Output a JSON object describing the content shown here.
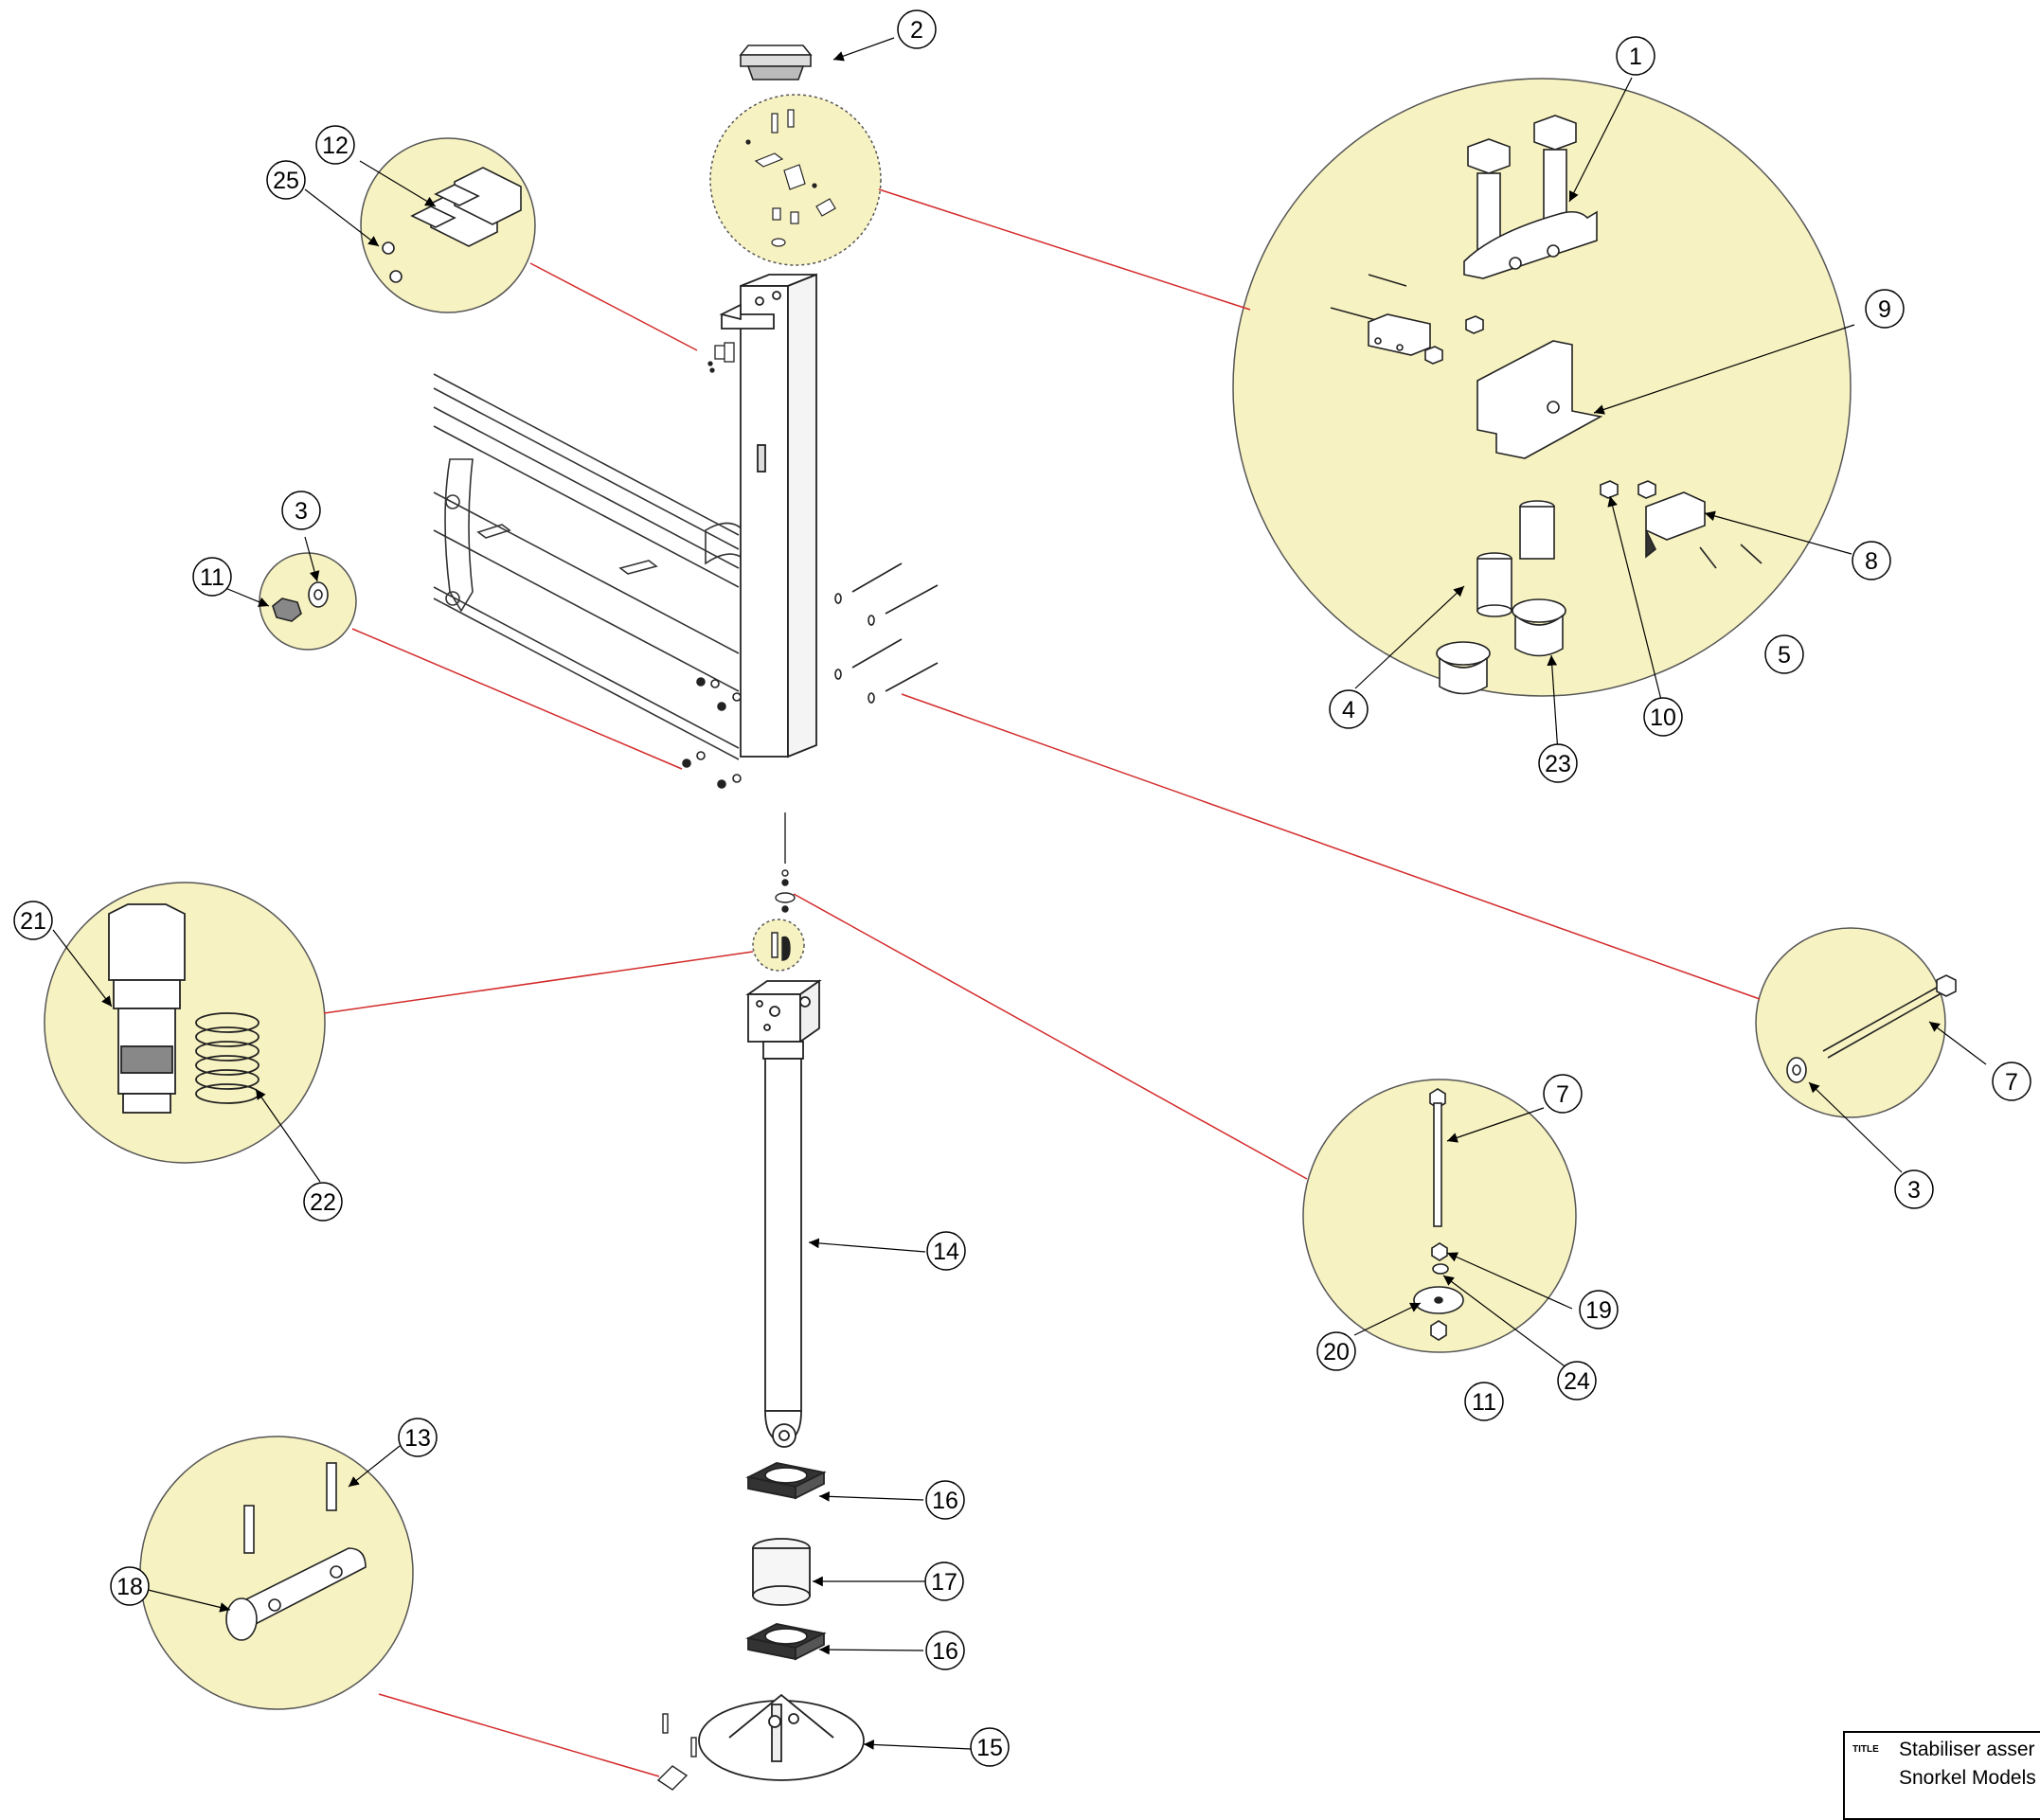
{
  "title_block": {
    "tag": "TITLE",
    "line1": "Stabiliser asser",
    "line2": "Snorkel Models"
  },
  "colors": {
    "detail_fill": "#f7f2c1",
    "leader_red": "#d42a2a",
    "line": "#000000"
  },
  "balloons": [
    {
      "id": "b1",
      "label": "1"
    },
    {
      "id": "b2",
      "label": "2"
    },
    {
      "id": "b3a",
      "label": "3"
    },
    {
      "id": "b3b",
      "label": "3"
    },
    {
      "id": "b4",
      "label": "4"
    },
    {
      "id": "b5",
      "label": "5"
    },
    {
      "id": "b7a",
      "label": "7"
    },
    {
      "id": "b7b",
      "label": "7"
    },
    {
      "id": "b8",
      "label": "8"
    },
    {
      "id": "b9",
      "label": "9"
    },
    {
      "id": "b10",
      "label": "10"
    },
    {
      "id": "b11a",
      "label": "11"
    },
    {
      "id": "b11b",
      "label": "11"
    },
    {
      "id": "b12",
      "label": "12"
    },
    {
      "id": "b13",
      "label": "13"
    },
    {
      "id": "b14",
      "label": "14"
    },
    {
      "id": "b15",
      "label": "15"
    },
    {
      "id": "b16a",
      "label": "16"
    },
    {
      "id": "b16b",
      "label": "16"
    },
    {
      "id": "b17",
      "label": "17"
    },
    {
      "id": "b18",
      "label": "18"
    },
    {
      "id": "b19",
      "label": "19"
    },
    {
      "id": "b20",
      "label": "20"
    },
    {
      "id": "b21",
      "label": "21"
    },
    {
      "id": "b22",
      "label": "22"
    },
    {
      "id": "b23",
      "label": "23"
    },
    {
      "id": "b24",
      "label": "24"
    },
    {
      "id": "b25",
      "label": "25"
    }
  ]
}
